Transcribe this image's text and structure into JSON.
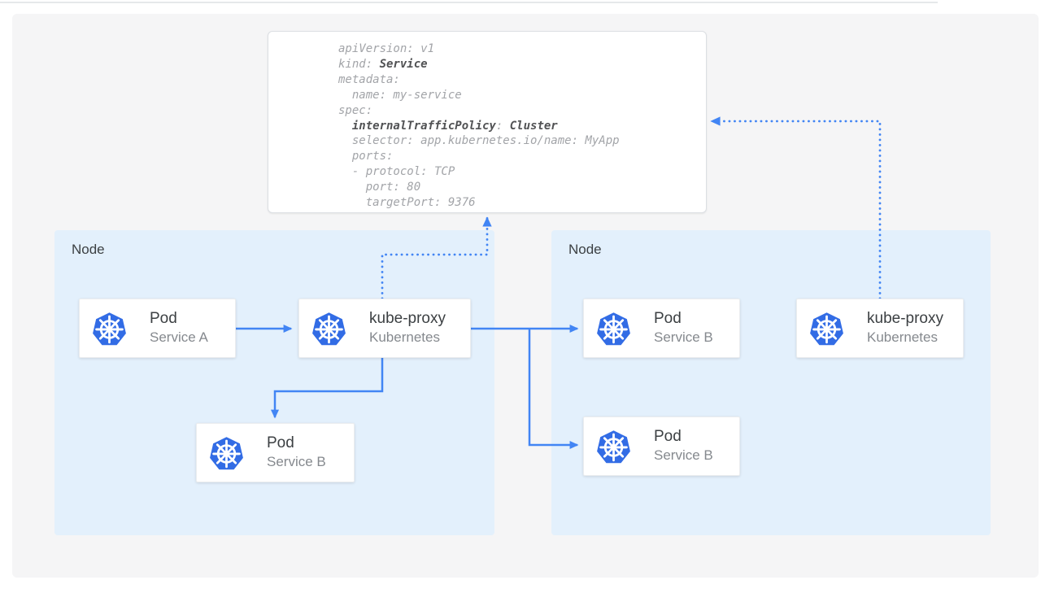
{
  "colors": {
    "accent_blue": "#4285f4",
    "kubernetes_blue": "#326ce5",
    "node_background": "#e3f0fc",
    "panel_background": "#f5f5f6"
  },
  "code_block": {
    "lines": [
      [
        {
          "t": "apiVersion: v1"
        }
      ],
      [
        {
          "t": "kind: "
        },
        {
          "t": "Service",
          "b": 1
        }
      ],
      [
        {
          "t": "metadata:"
        }
      ],
      [
        {
          "t": "  name: my-service"
        }
      ],
      [
        {
          "t": "spec:"
        }
      ],
      [
        {
          "t": "  "
        },
        {
          "t": "internalTrafficPolicy",
          "b": 1
        },
        {
          "t": ": "
        },
        {
          "t": "Cluster",
          "b": 1
        }
      ],
      [
        {
          "t": "  selector: app.kubernetes.io/name: MyApp"
        }
      ],
      [
        {
          "t": "  ports:"
        }
      ],
      [
        {
          "t": "  - protocol: TCP"
        }
      ],
      [
        {
          "t": "    port: 80"
        }
      ],
      [
        {
          "t": "    targetPort: 9376"
        }
      ]
    ]
  },
  "node_left": {
    "label": "Node"
  },
  "node_right": {
    "label": "Node"
  },
  "cards": {
    "pod_a": {
      "title": "Pod",
      "subtitle": "Service A",
      "icon": "kubernetes-icon"
    },
    "kube_proxy_left": {
      "title": "kube-proxy",
      "subtitle": "Kubernetes",
      "icon": "kubernetes-icon"
    },
    "pod_b_left": {
      "title": "Pod",
      "subtitle": "Service B",
      "icon": "kubernetes-icon"
    },
    "pod_b_right_top": {
      "title": "Pod",
      "subtitle": "Service B",
      "icon": "kubernetes-icon"
    },
    "pod_b_right_bottom": {
      "title": "Pod",
      "subtitle": "Service B",
      "icon": "kubernetes-icon"
    },
    "kube_proxy_right": {
      "title": "kube-proxy",
      "subtitle": "Kubernetes",
      "icon": "kubernetes-icon"
    }
  }
}
